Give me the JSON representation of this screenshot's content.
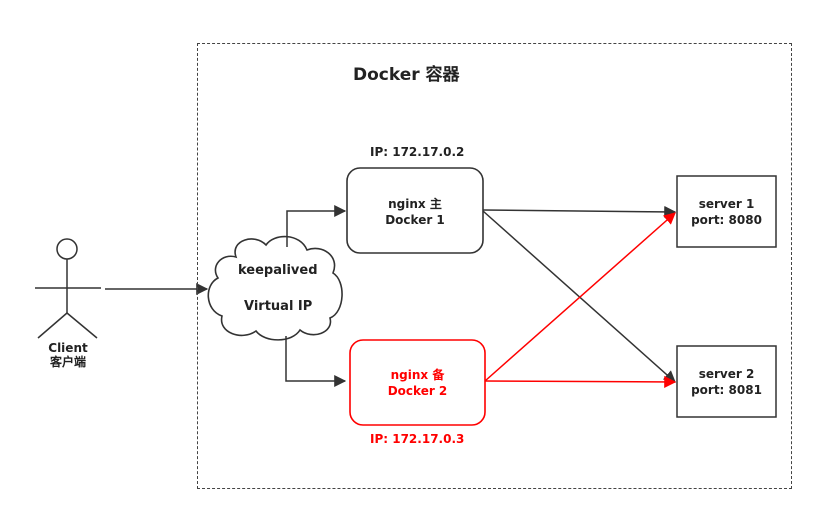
{
  "title": "Docker 容器",
  "client": {
    "line1": "Client",
    "line2": "客户端"
  },
  "vip": {
    "line1": "keepalived",
    "line2": "Virtual IP"
  },
  "nginx_master": {
    "ip": "IP: 172.17.0.2",
    "line1": "nginx 主",
    "line2": "Docker 1"
  },
  "nginx_backup": {
    "ip": "IP: 172.17.0.3",
    "line1": "nginx 备",
    "line2": "Docker 2"
  },
  "server1": {
    "line1": "server 1",
    "line2": "port:  8080"
  },
  "server2": {
    "line1": "server 2",
    "line2": "port:  8081"
  },
  "colors": {
    "primary": "#333333",
    "backup": "#ff0000"
  }
}
